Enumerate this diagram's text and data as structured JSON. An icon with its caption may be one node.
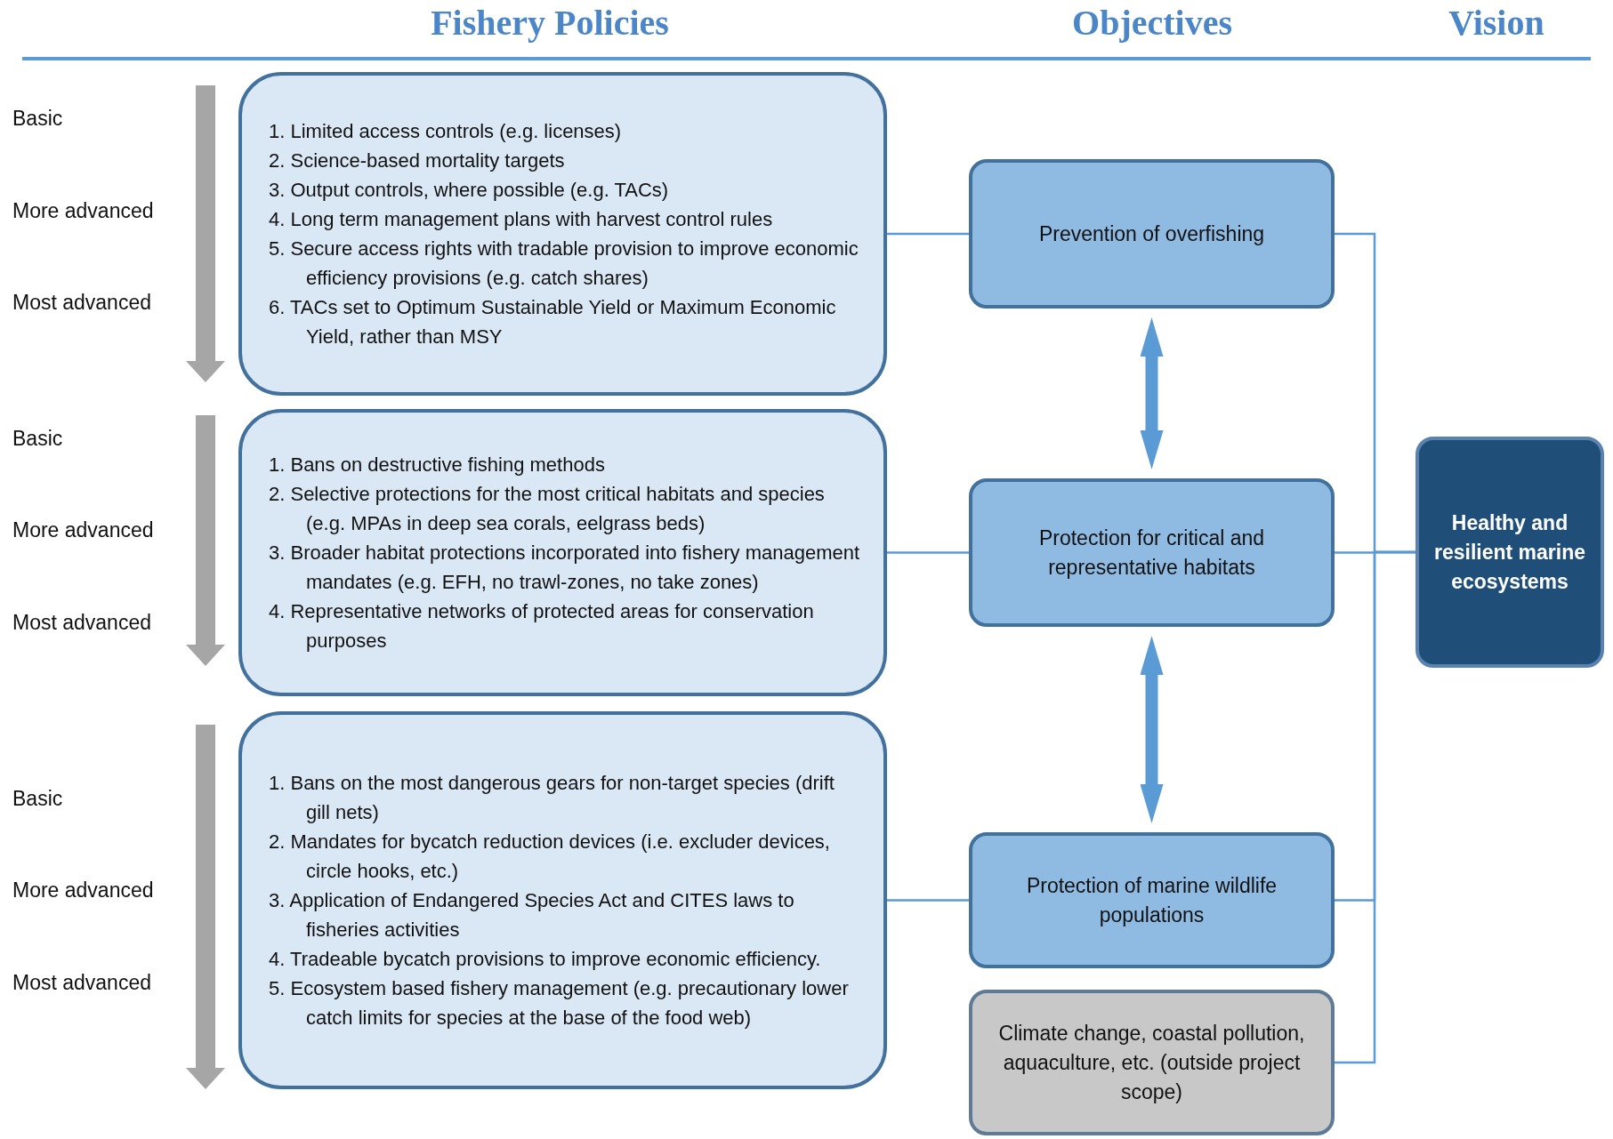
{
  "diagram": {
    "nodes": [
      {
        "text": [
          "1. Limited access controls (e.g. licenses)",
          "2. Science-based mortality targets",
          "3. Output controls, where possible (e.g. TACs)",
          "4. Long term management plans with harvest control rules",
          "5. Secure access rights with tradable provision to improve economic efficiency provisions (e.g. catch shares)",
          "6. TACs set to Optimum Sustainable Yield or Maximum Economic Yield, rather than MSY"
        ]
      },
      {
        "text": [
          "1. Bans on destructive fishing methods",
          "2. Selective protections for the most critical habitats and species (e.g. MPAs in deep sea corals, eelgrass beds)",
          "3. Broader habitat protections incorporated into fishery management mandates (e.g. EFH, no trawl-zones, no take zones)",
          "4. Representative networks of protected areas for conservation purposes"
        ]
      },
      {
        "text": [
          "1. Bans on the most dangerous gears for non-target species (drift gill nets)",
          "2. Mandates for bycatch reduction devices (i.e. excluder devices, circle hooks, etc.)",
          "3. Application of Endangered Species Act and CITES laws to fisheries activities",
          "4. Tradeable bycatch provisions to improve economic efficiency.",
          "5. Ecosystem based fishery management (e.g. precautionary lower catch limits for species at the base of the food web)"
        ]
      },
      {
        "text": [
          "Prevention of overfishing"
        ]
      },
      {
        "text": [
          "Protection for critical and representative habitats"
        ]
      },
      {
        "text": [
          "Protection of marine wildlife populations"
        ]
      },
      {
        "text": [
          "Climate change, coastal pollution, aquaculture, etc. (outside project scope)"
        ]
      },
      {
        "text": [
          "Healthy and resilient marine ecosystems"
        ]
      }
    ],
    "edges": [
      {
        "from": 0,
        "to": 3,
        "arrow": "none"
      },
      {
        "from": 1,
        "to": 4,
        "arrow": "none"
      },
      {
        "from": 2,
        "to": 5,
        "arrow": "none"
      },
      {
        "from": 3,
        "to": 4,
        "arrow": "both",
        "style": "thick"
      },
      {
        "from": 4,
        "to": 5,
        "arrow": "both",
        "style": "thick"
      },
      {
        "from": 3,
        "to": 7,
        "arrow": "none"
      },
      {
        "from": 4,
        "to": 7,
        "arrow": "none"
      },
      {
        "from": 5,
        "to": 7,
        "arrow": "none"
      },
      {
        "from": 6,
        "to": 7,
        "arrow": "none"
      }
    ],
    "labels": [
      "Fishery Policies",
      "Objectives",
      "Vision",
      "Basic",
      "More advanced",
      "Most advanced",
      "Basic",
      "More advanced",
      "Most advanced",
      "Basic",
      "More advanced",
      "Most advanced"
    ]
  }
}
